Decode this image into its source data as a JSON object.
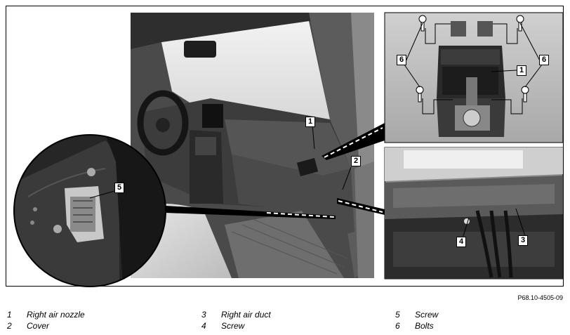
{
  "figure_ref": "P68.10-4505-09",
  "callouts": {
    "c1": "1",
    "c2": "2",
    "c3": "3",
    "c4": "4",
    "c5": "5",
    "c6a": "6",
    "c6b": "6",
    "c1b": "1"
  },
  "legend": [
    {
      "num": "1",
      "label": "Right air nozzle"
    },
    {
      "num": "2",
      "label": "Cover"
    },
    {
      "num": "3",
      "label": "Right air duct"
    },
    {
      "num": "4",
      "label": "Screw"
    },
    {
      "num": "5",
      "label": "Screw"
    },
    {
      "num": "6",
      "label": "Bolts"
    }
  ]
}
